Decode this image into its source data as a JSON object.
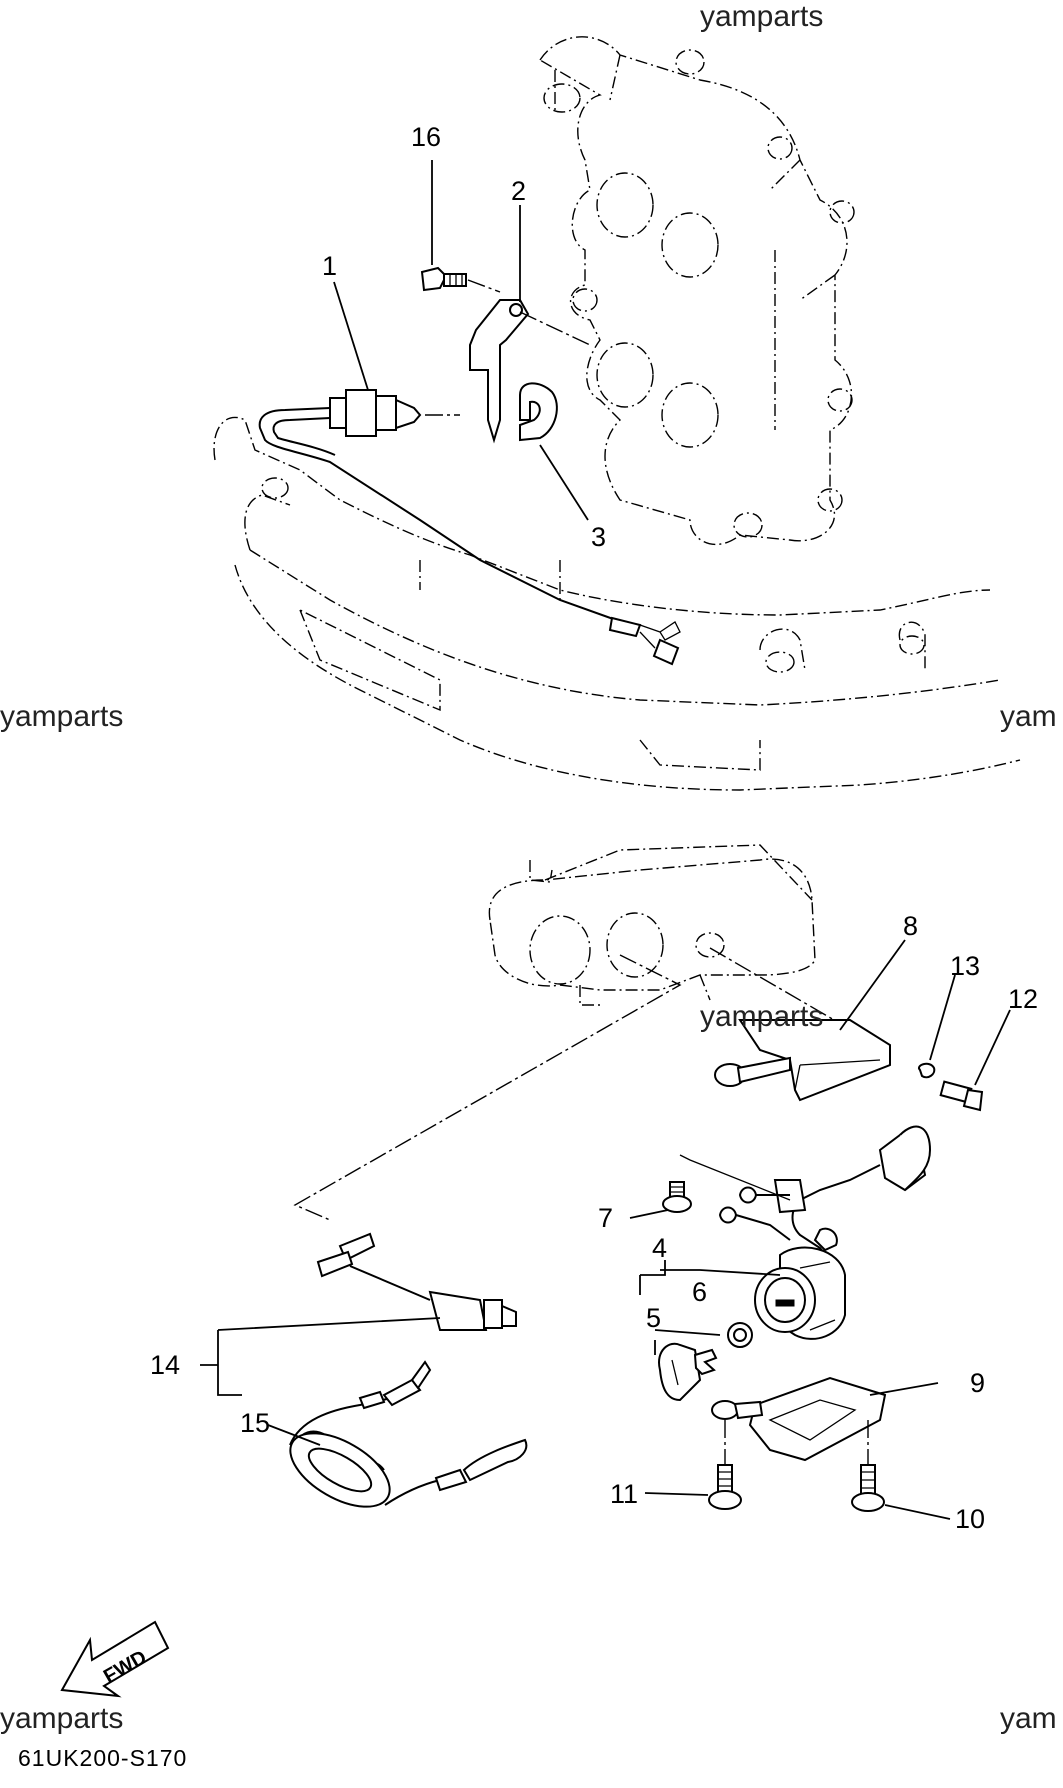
{
  "diagram": {
    "code": "61UK200-S170",
    "fwd_label": "FWD",
    "watermarks": [
      "yamparts",
      "yamparts",
      "yam",
      "yamparts",
      "yamparts",
      "yam"
    ],
    "callouts": {
      "c1": "1",
      "c2": "2",
      "c3": "3",
      "c4": "4",
      "c5": "5",
      "c6": "6",
      "c7": "7",
      "c8": "8",
      "c9": "9",
      "c10": "10",
      "c11": "11",
      "c12": "12",
      "c13": "13",
      "c14": "14",
      "c15": "15",
      "c16": "16"
    }
  }
}
